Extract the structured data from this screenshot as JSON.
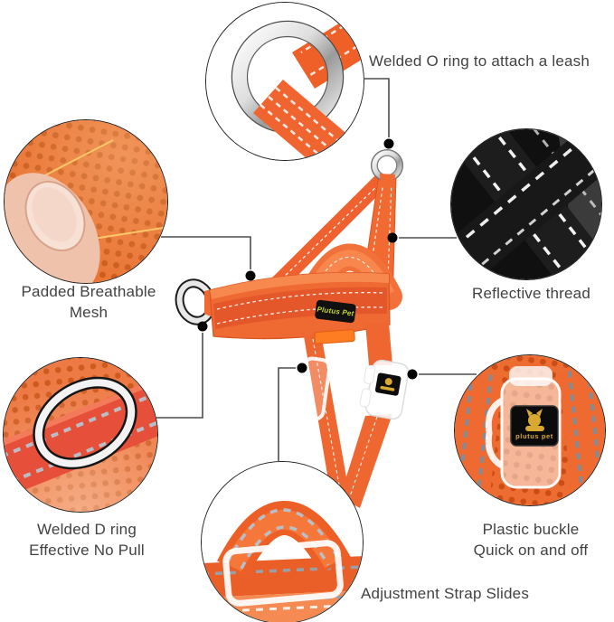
{
  "callouts": {
    "oring": {
      "label": "Welded O ring to attach a leash"
    },
    "mesh": {
      "label": [
        "Padded Breathable",
        "Mesh"
      ]
    },
    "reflective": {
      "label": "Reflective thread"
    },
    "dring": {
      "label": [
        "Welded D ring",
        "Effective No Pull"
      ]
    },
    "buckle": {
      "label": [
        "Plastic buckle",
        "Quick on and off"
      ]
    },
    "slides": {
      "label": "Adjustment Strap Slides"
    }
  },
  "harness": {
    "tag_text": "Plutus Pet",
    "buckle_brand_text": "plutus pet"
  },
  "colors": {
    "strap_orange": "#ef6630",
    "mesh_orange": "#e8702f",
    "reflective_black": "#141414",
    "metal_silver": "#c9c9c9",
    "brand_gold": "#d9a833",
    "tag_green": "#c6d62c",
    "label_text": "#424242",
    "connector_line": "#4d4d4d",
    "connector_dot": "#000000"
  }
}
